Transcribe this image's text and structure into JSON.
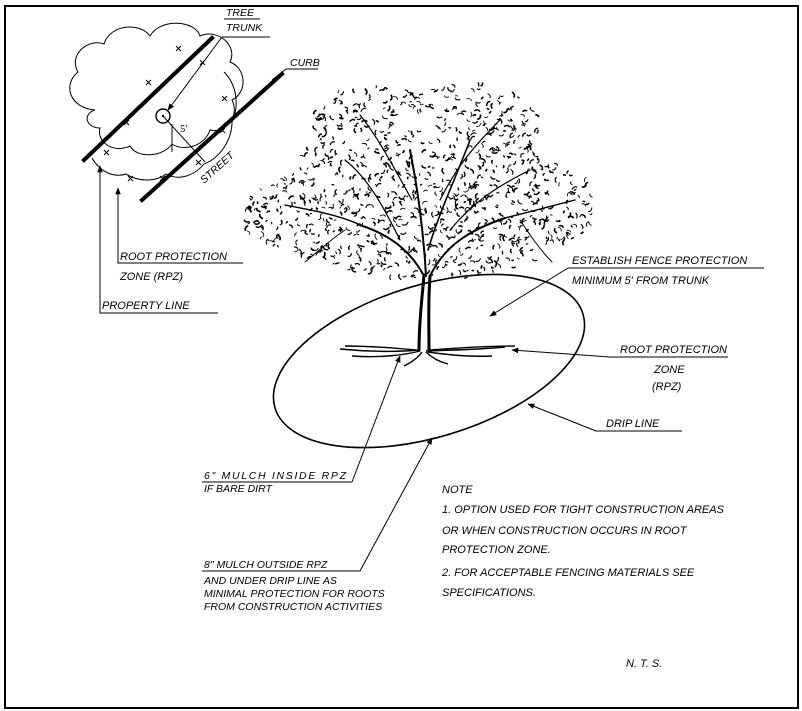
{
  "plan_labels": {
    "tree_trunk": [
      "TREE",
      "TRUNK"
    ],
    "curb": "CURB",
    "dimension": "5'",
    "street": "STREET",
    "root_protection_zone": [
      "ROOT PROTECTION",
      "ZONE (RPZ)"
    ],
    "property_line": "PROPERTY LINE"
  },
  "elevation_labels": {
    "fence": [
      "ESTABLISH FENCE PROTECTION",
      "MINIMUM 5' FROM TRUNK"
    ],
    "rpz": [
      "ROOT PROTECTION",
      "ZONE",
      "(RPZ)"
    ],
    "drip_line": "DRIP LINE",
    "mulch_inside": [
      "6\" MULCH INSIDE RPZ",
      "IF BARE DIRT"
    ],
    "mulch_outside": [
      "8\" MULCH OUTSIDE RPZ",
      "AND UNDER DRIP LINE AS",
      "MINIMAL PROTECTION FOR ROOTS",
      "FROM CONSTRUCTION ACTIVITIES"
    ]
  },
  "note": {
    "title": "NOTE",
    "lines": [
      "1. OPTION USED FOR TIGHT CONSTRUCTION AREAS",
      "OR WHEN CONSTRUCTION OCCURS IN ROOT",
      "PROTECTION ZONE.",
      "2. FOR ACCEPTABLE FENCING MATERIALS SEE",
      "SPECIFICATIONS."
    ]
  },
  "scale_note": "N. T. S."
}
